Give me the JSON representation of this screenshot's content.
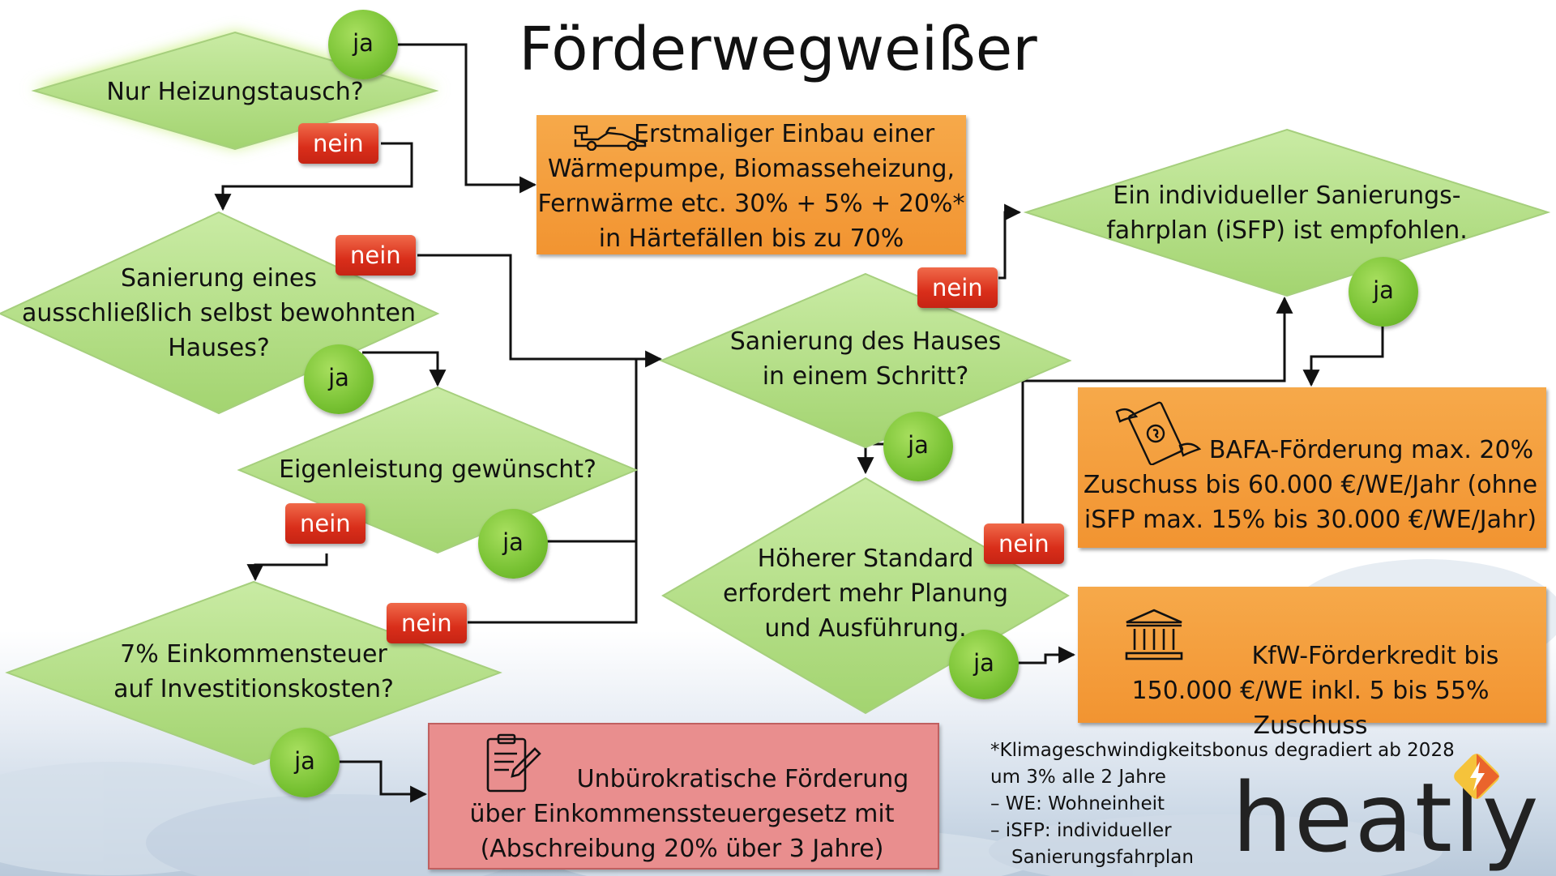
{
  "title": "Förderwegweißer",
  "decisions": {
    "heizung": "Nur Heizungstausch?",
    "selbst_line1": "Sanierung eines",
    "selbst_line2": "ausschließlich selbst bewohnten",
    "selbst_line3": "Hauses?",
    "eigen": "Eigenleistung gewünscht?",
    "steuer_line1": "7% Einkommensteuer",
    "steuer_line2": "auf Investitionskosten?",
    "schritt_line1": "Sanierung des Hauses",
    "schritt_line2": "in einem Schritt?",
    "standard_line1": "Höherer Standard",
    "standard_line2": "erfordert mehr Planung",
    "standard_line3": "und Ausführung.",
    "isfp_line1": "Ein individueller Sanierungs-",
    "isfp_line2": "fahrplan (iSFP) ist empfohlen."
  },
  "labels": {
    "ja": "ja",
    "nein": "nein"
  },
  "outcomes": {
    "heizung_line1": "Erstmaliger Einbau einer",
    "heizung_line2": "Wärmepumpe, Biomasseheizung,",
    "heizung_line3": "Fernwärme etc. 30% + 5% + 20%*",
    "heizung_line4": "in Härtefällen bis zu 70%",
    "bafa_line1": "BAFA-Förderung max. 20%",
    "bafa_line2": "Zuschuss bis 60.000 €/WE/Jahr (ohne",
    "bafa_line3": "iSFP max. 15% bis 30.000 €/WE/Jahr)",
    "kfw_line1": "KfW-Förderkredit bis",
    "kfw_line2": "150.000 €/WE inkl. 5 bis 55% Zuschuss",
    "steuer_line1": "Unbürokratische Förderung",
    "steuer_line2": "über Einkommenssteuergesetz mit",
    "steuer_line3": "(Abschreibung 20% über 3 Jahre)"
  },
  "icons": {
    "heizung": "race-car-icon",
    "bafa": "flying-money-icon",
    "kfw": "bank-icon",
    "steuer": "clipboard-edit-icon"
  },
  "footnote": {
    "line1": "*Klimageschwindigkeitsbonus degradiert ab 2028",
    "line2": "um 3% alle 2 Jahre",
    "line3": "–  WE: Wohneinheit",
    "line4": "–  iSFP: individueller",
    "line5": "Sanierungsfahrplan"
  },
  "logo": "heatly",
  "colors": {
    "diamond": "#b6e08a",
    "ja_circle": "#7ac43a",
    "nein_badge": "#d9301c",
    "orange_box": "#f39a35",
    "red_box": "#e98e8e"
  }
}
